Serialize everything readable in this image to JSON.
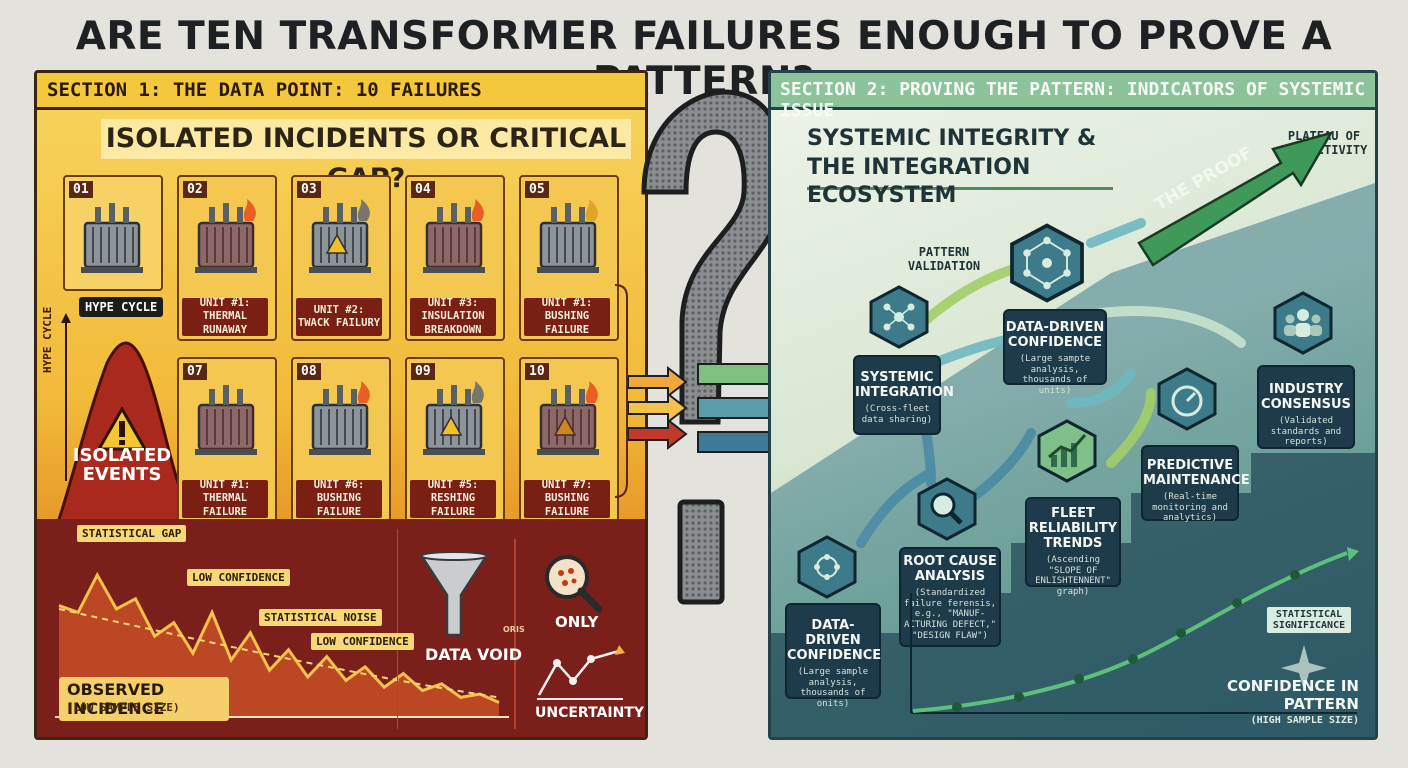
{
  "title": "ARE TEN TRANSFORMER FAILURES ENOUGH TO PROVE A PATTERN?",
  "section1": {
    "bar_title": "SECTION 1: THE DATA POINT: 10 FAILURES",
    "heading": "ISOLATED INCIDENTS OR CRITICAL GAP?",
    "units": [
      {
        "num": "01",
        "label": ""
      },
      {
        "num": "02",
        "label": "UNIT #1:",
        "label2": "THERMAL RUNAWAY"
      },
      {
        "num": "03",
        "label": "UNIT #2:",
        "label2": "TWACK FAILURY"
      },
      {
        "num": "04",
        "label": "UNIT #3:",
        "label2": "INSULATION BREAKDOWN"
      },
      {
        "num": "05",
        "label": "UNIT #1:",
        "label2": "BUSHING FAILURE"
      },
      {
        "num": "07",
        "label": "UNIT #1:",
        "label2": "THERMAL FAILURE"
      },
      {
        "num": "08",
        "label": "UNIT #6:",
        "label2": "BUSHING FAILURE"
      },
      {
        "num": "09",
        "label": "UNIT #5:",
        "label2": "RESHING FAILURE"
      },
      {
        "num": "10",
        "label": "UNIT #7:",
        "label2": "BUSHING FAILURE"
      }
    ],
    "hype_tag": "HYPE CYCLE",
    "hype_vertical": "HYPE CYCLE",
    "isolated_events": "ISOLATED EVENTS",
    "labels": {
      "statistical_gap": "STATISTICAL GAP",
      "low_confidence_1": "LOW CONFIDENCE",
      "statistical_noise": "STATISTICAL NOISE",
      "low_confidence_2": "LOW CONFIDENCE"
    },
    "observed_incidence": "OBSERVED INCIDENCE",
    "observed_sub": "(LOW SAMPLE SIZE)",
    "data_void": "DATA VOID",
    "oris": "ORIS",
    "only": "ONLY",
    "uncertainty": "UNCERTAINTY"
  },
  "chart_data": {
    "type": "line",
    "title": "",
    "xlabel": "",
    "ylabel": "",
    "series": [
      {
        "values": [
          0.62,
          0.58,
          0.8,
          0.6,
          0.66,
          0.44,
          0.52,
          0.34,
          0.58,
          0.3,
          0.46,
          0.24,
          0.36,
          0.2,
          0.32,
          0.18,
          0.26,
          0.14,
          0.22,
          0.12,
          0.16,
          0.08,
          0.1,
          0.05
        ]
      }
    ]
  },
  "section2": {
    "bar_title": "SECTION 2: PROVING THE PATTERN: INDICATORS OF SYSTEMIC ISSUE",
    "heading_line1": "SYSTEMIC INTEGRITY &",
    "heading_line2": "THE INTEGRATION ECOSYSTEM",
    "plateau": "PLATEAU OF PRODUCTIVITY",
    "proof": "THE PROOF",
    "pattern_validation": "PATTERN VALIDATION",
    "cards": {
      "systemic": {
        "title": "SYSTEMIC INTEGRATION",
        "desc": "(Cross-fleet data sharing)"
      },
      "data_top": {
        "title": "DATA-DRIVEN CONFIDENCE",
        "desc": "(Large sampte analysis, thousands of units)"
      },
      "industry": {
        "title": "INDUSTRY CONSENSUS",
        "desc": "(Validated standards and reports)"
      },
      "predictive": {
        "title": "PREDICTIVE MAINTENANCE",
        "desc": "(Real-time monitoring and analytics)"
      },
      "fleet": {
        "title": "FLEET RELIABILITY TRENDS",
        "desc": "(Ascending \"SLOPE OF ENLISHTENNENT\" graph)"
      },
      "root": {
        "title": "ROOT CAUSE ANALYSIS",
        "desc": "(Standardized failure ferensis, e.g., \"MANUF-ACTURING DEFECT,\" \"DESIGN FLAW\")"
      },
      "data_bottom": {
        "title": "DATA-DRIVEN CONFIDENCE",
        "desc": "(Large sample analysis, thousands of onits)"
      }
    },
    "statistical_significance": "STATISTICAL SIGNIFICANCE",
    "confidence": "CONFIDENCE IN PATTERN",
    "confidence_sub": "(HIGH SAMPLE SIZE)"
  },
  "colors": {
    "red": "#7b1f1a",
    "yellow": "#f3c83c",
    "teal": "#1d3b4a",
    "green": "#8cc39a"
  }
}
